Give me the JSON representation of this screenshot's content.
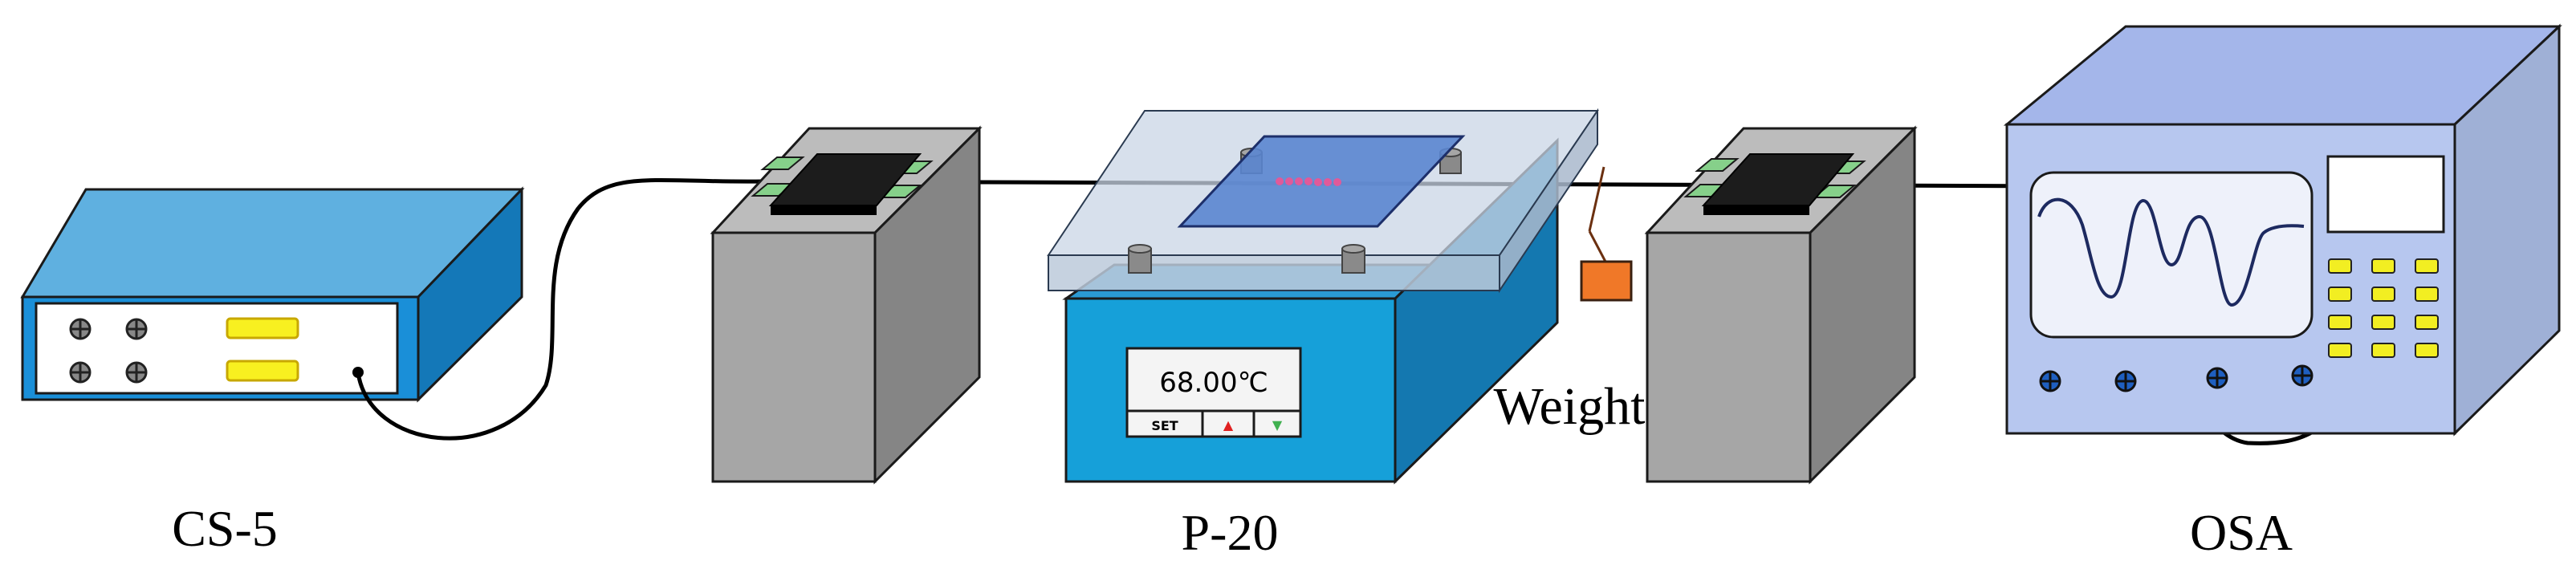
{
  "labels": {
    "left_instrument": "CS-5",
    "heater": "P-20",
    "right_instrument": "OSA",
    "weight": "Weight"
  },
  "heater_panel": {
    "temperature": "68.00℃",
    "set_button": "SET",
    "up_symbol": "▲",
    "down_symbol": "▼"
  },
  "icons": {
    "left_instrument": "light-source-box",
    "heater": "heating-plate",
    "right_instrument": "optical-spectrum-analyzer",
    "fiber": "fiber-cable",
    "holder": "fiber-holder-block",
    "weight": "hanging-weight"
  },
  "colors": {
    "cs5_front": "#1a8fd8",
    "cs5_top": "#5fb0e0",
    "cs5_side": "#1478b8",
    "heater_front": "#16a0d9",
    "heater_side": "#1478b0",
    "holder_front": "#a6a6a6",
    "holder_side": "#858585",
    "holder_top": "#bcbcbc",
    "osa_front": "#b7c7ef",
    "osa_top": "#a4b6ea",
    "osa_side": "#9fb0d6",
    "osa_screen": "#eef1fa",
    "osa_key": "#f2ee22",
    "glass": "#c9d6e6",
    "substrate": "#5b86d0",
    "weight": "#f07828",
    "button_yellow": "#f8f020",
    "clip_green": "#86d08a"
  }
}
